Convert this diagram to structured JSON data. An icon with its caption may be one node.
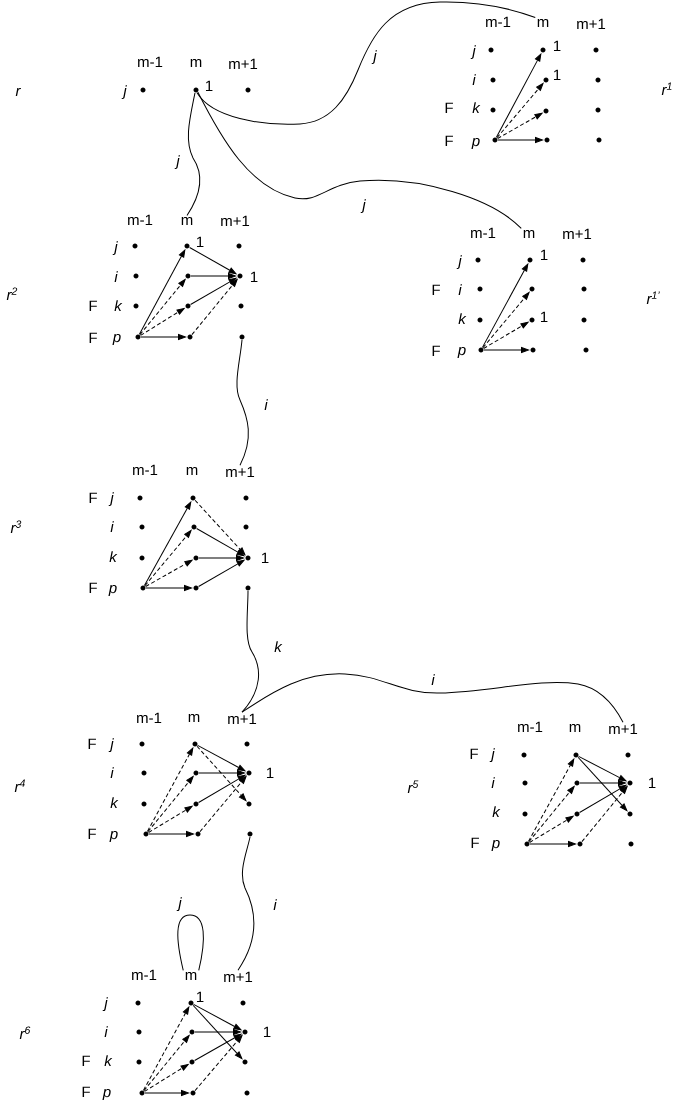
{
  "diagram": {
    "nodes": [
      {
        "text": [],
        "shape": "dot"
      },
      {
        "text": [],
        "shape": "dot",
        "beside": [
          "1"
        ]
      },
      {
        "text": [],
        "shape": "dot"
      },
      {
        "text": [
          "m"
        ]
      },
      {
        "text": [],
        "shape": "dot"
      },
      {
        "text": [],
        "shape": "dot",
        "beside": [
          "1"
        ]
      },
      {
        "text": [],
        "shape": "dot"
      },
      {
        "text": [],
        "shape": "dot"
      },
      {
        "text": [],
        "shape": "dot",
        "beside": [
          "1"
        ]
      },
      {
        "text": [],
        "shape": "dot"
      },
      {
        "text": [],
        "shape": "dot"
      },
      {
        "text": [],
        "shape": "dot"
      },
      {
        "text": [],
        "shape": "dot"
      },
      {
        "text": [],
        "shape": "dot"
      },
      {
        "text": [],
        "shape": "dot"
      },
      {
        "text": [],
        "shape": "dot"
      },
      {
        "text": [
          "m"
        ]
      },
      {
        "text": [],
        "shape": "dot"
      },
      {
        "text": [],
        "shape": "dot",
        "beside": [
          "1"
        ]
      },
      {
        "text": [],
        "shape": "dot"
      },
      {
        "text": [],
        "shape": "dot"
      },
      {
        "text": [],
        "shape": "dot"
      },
      {
        "text": [],
        "shape": "dot",
        "beside": [
          "1"
        ]
      },
      {
        "text": [],
        "shape": "dot"
      },
      {
        "text": [],
        "shape": "dot"
      },
      {
        "text": [],
        "shape": "dot"
      },
      {
        "text": [],
        "shape": "dot"
      },
      {
        "text": [],
        "shape": "dot"
      },
      {
        "text": [],
        "shape": "dot"
      },
      {
        "text": [
          "m"
        ]
      },
      {
        "text": [],
        "shape": "dot"
      },
      {
        "text": [],
        "shape": "dot",
        "beside": [
          "1"
        ]
      },
      {
        "text": [],
        "shape": "dot"
      },
      {
        "text": [],
        "shape": "dot"
      },
      {
        "text": [],
        "shape": "dot"
      },
      {
        "text": [],
        "shape": "dot"
      },
      {
        "text": [],
        "shape": "dot"
      },
      {
        "text": [],
        "shape": "dot",
        "beside": [
          "1"
        ]
      },
      {
        "text": [],
        "shape": "dot"
      },
      {
        "text": [],
        "shape": "dot"
      },
      {
        "text": [],
        "shape": "dot"
      },
      {
        "text": [],
        "shape": "dot"
      },
      {
        "text": [
          "m+1"
        ]
      },
      {
        "text": [],
        "shape": "dot"
      },
      {
        "text": [],
        "shape": "dot"
      },
      {
        "text": [],
        "shape": "dot"
      },
      {
        "text": [],
        "shape": "dot"
      },
      {
        "text": [],
        "shape": "dot"
      },
      {
        "text": [],
        "shape": "dot"
      },
      {
        "text": [],
        "shape": "dot"
      },
      {
        "text": [],
        "shape": "dot"
      },
      {
        "text": [],
        "shape": "dot",
        "beside": [
          "1"
        ]
      },
      {
        "text": [],
        "shape": "dot"
      },
      {
        "text": [],
        "shape": "dot"
      },
      {
        "text": [],
        "shape": "dot"
      },
      {
        "text": [
          "m+1"
        ]
      },
      {
        "text": [],
        "shape": "dot"
      },
      {
        "text": [],
        "shape": "dot"
      },
      {
        "text": [],
        "shape": "dot"
      },
      {
        "text": [],
        "shape": "dot"
      },
      {
        "text": [],
        "shape": "dot"
      },
      {
        "text": [],
        "shape": "dot",
        "beside": [
          "1"
        ]
      },
      {
        "text": [],
        "shape": "dot"
      },
      {
        "text": [],
        "shape": "dot"
      },
      {
        "text": [],
        "shape": "dot"
      },
      {
        "text": [],
        "shape": "dot"
      },
      {
        "text": [],
        "shape": "dot"
      },
      {
        "text": [],
        "shape": "dot"
      },
      {
        "text": [
          "m+1"
        ]
      },
      {
        "text": [],
        "shape": "dot"
      },
      {
        "text": [],
        "shape": "dot"
      },
      {
        "text": [],
        "shape": "dot"
      },
      {
        "text": [],
        "shape": "dot"
      },
      {
        "text": [],
        "shape": "dot"
      },
      {
        "text": [],
        "shape": "dot",
        "beside": [
          "1"
        ]
      },
      {
        "text": [],
        "shape": "dot"
      },
      {
        "text": [],
        "shape": "dot"
      },
      {
        "text": [],
        "shape": "dot"
      },
      {
        "text": [],
        "shape": "dot"
      },
      {
        "text": [],
        "shape": "dot"
      },
      {
        "text": [],
        "shape": "dot"
      },
      {
        "text": [
          "m"
        ]
      },
      {
        "text": [
          "m+1"
        ]
      },
      {
        "text": [],
        "shape": "dot"
      },
      {
        "text": [],
        "shape": "dot",
        "beside": [
          "1"
        ]
      },
      {
        "text": [],
        "shape": "dot"
      },
      {
        "text": [],
        "shape": "dot"
      },
      {
        "text": [],
        "shape": "dot"
      },
      {
        "text": [],
        "shape": "dot",
        "beside": [
          "1"
        ]
      },
      {
        "text": [],
        "shape": "dot"
      },
      {
        "text": [],
        "shape": "dot"
      },
      {
        "text": [],
        "shape": "dot"
      },
      {
        "text": [],
        "shape": "dot"
      },
      {
        "text": [],
        "shape": "dot"
      },
      {
        "text": [],
        "shape": "dot"
      }
    ],
    "edges": [
      {
        "from": 13,
        "to": 5,
        "arrow": "to"
      },
      {
        "from": 13,
        "to": 8,
        "arrow": "to",
        "style": "dashed"
      },
      {
        "from": 13,
        "to": 11,
        "arrow": "to",
        "style": "dashed"
      },
      {
        "from": 13,
        "to": 14,
        "arrow": "to"
      },
      {
        "from": 26,
        "to": 18,
        "arrow": "to"
      },
      {
        "from": 26,
        "to": 21,
        "arrow": "to",
        "style": "dashed"
      },
      {
        "from": 26,
        "to": 24,
        "arrow": "to",
        "style": "dashed"
      },
      {
        "from": 26,
        "to": 27,
        "arrow": "to"
      },
      {
        "from": 18,
        "to": 22,
        "arrow": "to"
      },
      {
        "from": 21,
        "to": 22,
        "arrow": "to"
      },
      {
        "from": 24,
        "to": 22,
        "arrow": "to"
      },
      {
        "from": 27,
        "to": 22,
        "arrow": "to",
        "style": "dashed"
      },
      {
        "from": 39,
        "to": 31,
        "arrow": "to"
      },
      {
        "from": 39,
        "to": 34,
        "arrow": "to",
        "style": "dashed"
      },
      {
        "from": 39,
        "to": 37,
        "arrow": "to",
        "style": "dashed"
      },
      {
        "from": 39,
        "to": 40,
        "arrow": "to"
      },
      {
        "from": 52,
        "to": 44,
        "arrow": "to"
      },
      {
        "from": 52,
        "to": 47,
        "arrow": "to",
        "style": "dashed"
      },
      {
        "from": 52,
        "to": 50,
        "arrow": "to",
        "style": "dashed"
      },
      {
        "from": 52,
        "to": 53,
        "arrow": "to"
      },
      {
        "from": 44,
        "to": 51,
        "arrow": "to",
        "style": "dashed"
      },
      {
        "from": 47,
        "to": 51,
        "arrow": "to"
      },
      {
        "from": 50,
        "to": 51,
        "arrow": "to"
      },
      {
        "from": 53,
        "to": 51,
        "arrow": "to"
      },
      {
        "from": 65,
        "to": 57,
        "arrow": "to",
        "style": "dashed"
      },
      {
        "from": 65,
        "to": 60,
        "arrow": "to",
        "style": "dashed"
      },
      {
        "from": 65,
        "to": 63,
        "arrow": "to",
        "style": "dashed"
      },
      {
        "from": 65,
        "to": 66,
        "arrow": "to"
      },
      {
        "from": 57,
        "to": 61,
        "arrow": "to"
      },
      {
        "from": 57,
        "to": 64,
        "arrow": "to",
        "style": "dashed"
      },
      {
        "from": 60,
        "to": 61,
        "arrow": "to"
      },
      {
        "from": 63,
        "to": 61,
        "arrow": "to"
      },
      {
        "from": 66,
        "to": 61,
        "arrow": "to",
        "style": "dashed"
      },
      {
        "from": 78,
        "to": 70,
        "arrow": "to",
        "style": "dashed"
      },
      {
        "from": 78,
        "to": 73,
        "arrow": "to",
        "style": "dashed"
      },
      {
        "from": 78,
        "to": 76,
        "arrow": "to",
        "style": "dashed"
      },
      {
        "from": 78,
        "to": 79,
        "arrow": "to"
      },
      {
        "from": 70,
        "to": 74,
        "arrow": "to"
      },
      {
        "from": 70,
        "to": 77,
        "arrow": "to"
      },
      {
        "from": 73,
        "to": 74,
        "arrow": "to"
      },
      {
        "from": 76,
        "to": 74,
        "arrow": "to"
      },
      {
        "from": 79,
        "to": 74,
        "arrow": "to",
        "style": "dashed"
      },
      {
        "from": 92,
        "to": 84,
        "arrow": "to",
        "style": "dashed"
      },
      {
        "from": 92,
        "to": 87,
        "arrow": "to",
        "style": "dashed"
      },
      {
        "from": 92,
        "to": 90,
        "arrow": "to",
        "style": "dashed"
      },
      {
        "from": 92,
        "to": 93,
        "arrow": "to"
      },
      {
        "from": 84,
        "to": 88,
        "arrow": "to"
      },
      {
        "from": 84,
        "to": 91,
        "arrow": "to"
      },
      {
        "from": 87,
        "to": 88,
        "arrow": "to"
      },
      {
        "from": 90,
        "to": 88,
        "arrow": "to"
      },
      {
        "from": 93,
        "to": 88,
        "arrow": "to",
        "style": "dashed"
      },
      {
        "from": 1,
        "to": 3,
        "arrow": "none",
        "label": "j"
      },
      {
        "from": 1,
        "to": 16,
        "arrow": "none",
        "label": "j"
      },
      {
        "from": 1,
        "to": 29,
        "arrow": "none",
        "label": "j"
      },
      {
        "from": 28,
        "to": 42,
        "arrow": "none",
        "label": "i"
      },
      {
        "from": 54,
        "to": 55,
        "arrow": "none",
        "label": "k"
      },
      {
        "from": 55,
        "to": 68,
        "arrow": "none",
        "label": "i"
      },
      {
        "from": 67,
        "to": 82,
        "arrow": "none",
        "label": "i"
      },
      {
        "from": 81,
        "to": 81,
        "arrow": "none",
        "label": "j"
      }
    ],
    "labels": [
      "m-1",
      "m",
      "m+1",
      "r",
      "j",
      "m-1",
      "m+1",
      "j",
      "i",
      "F",
      "k",
      "F",
      "p",
      "r$^{1}$",
      "m-1",
      "m+1",
      "j",
      "i",
      "F",
      "k",
      "F",
      "p",
      "r$^{2}$",
      "m-1",
      "m+1",
      "j",
      "F",
      "i",
      "k",
      "F",
      "p",
      "r$^{1’}$",
      "m-1",
      "m",
      "F",
      "j",
      "i",
      "k",
      "F",
      "p",
      "r$^{3}$",
      "m-1",
      "m",
      "F",
      "j",
      "i",
      "k",
      "F",
      "p",
      "r$^{4}$",
      "m-1",
      "m",
      "F",
      "j",
      "i",
      "k",
      "F",
      "p",
      "r$^{5}$",
      "m-1",
      "j",
      "i",
      "F",
      "k",
      "F",
      "p",
      "r$^{6}$"
    ]
  }
}
